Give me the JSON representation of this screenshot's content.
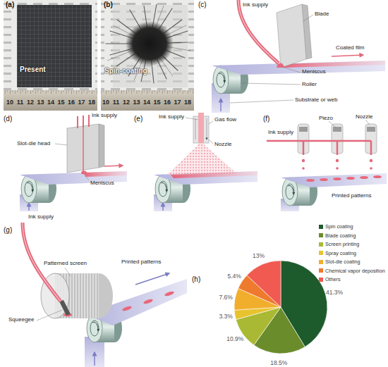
{
  "diagram": {
    "labels": [
      "(a)",
      "Present",
      "10",
      "11",
      "12",
      "13",
      "14",
      "15",
      "16",
      "17",
      "18",
      "(b)",
      "Spin-coating",
      "10",
      "11",
      "12",
      "13",
      "14",
      "15",
      "16",
      "17",
      "18",
      "(c)",
      "Ink supply",
      "Blade",
      "Coated film",
      "Meniscus",
      "Roller",
      "Substrate or web",
      "(d)",
      "Ink supply",
      "Slot-die head",
      "Meniscus",
      "(e)",
      "Ink supply",
      "Gas flow",
      "Nozzle",
      "(f)",
      "Ink supply",
      "Piezo",
      "Nozzle",
      "Printed patterns",
      "(g)",
      "Ink supply",
      "Patterned screen",
      "Printed patterns",
      "Squeegee",
      "(h)",
      "41.3%",
      "18.5%",
      "10.9%",
      "3.3%",
      "7.6%",
      "5.4%",
      "13%"
    ],
    "legend": [
      {
        "text": "Spin coating",
        "color": "#1d5b2c"
      },
      {
        "text": "Blade coating",
        "color": "#6a8c2b"
      },
      {
        "text": "Screen printing",
        "color": "#a9b934"
      },
      {
        "text": "Spray coating",
        "color": "#e8c330"
      },
      {
        "text": "Slot-die coating",
        "color": "#f1ae2d"
      },
      {
        "text": "Chemical vapor deposition",
        "color": "#ee7a2e"
      },
      {
        "text": "Others",
        "color": "#f05a50"
      }
    ]
  }
}
